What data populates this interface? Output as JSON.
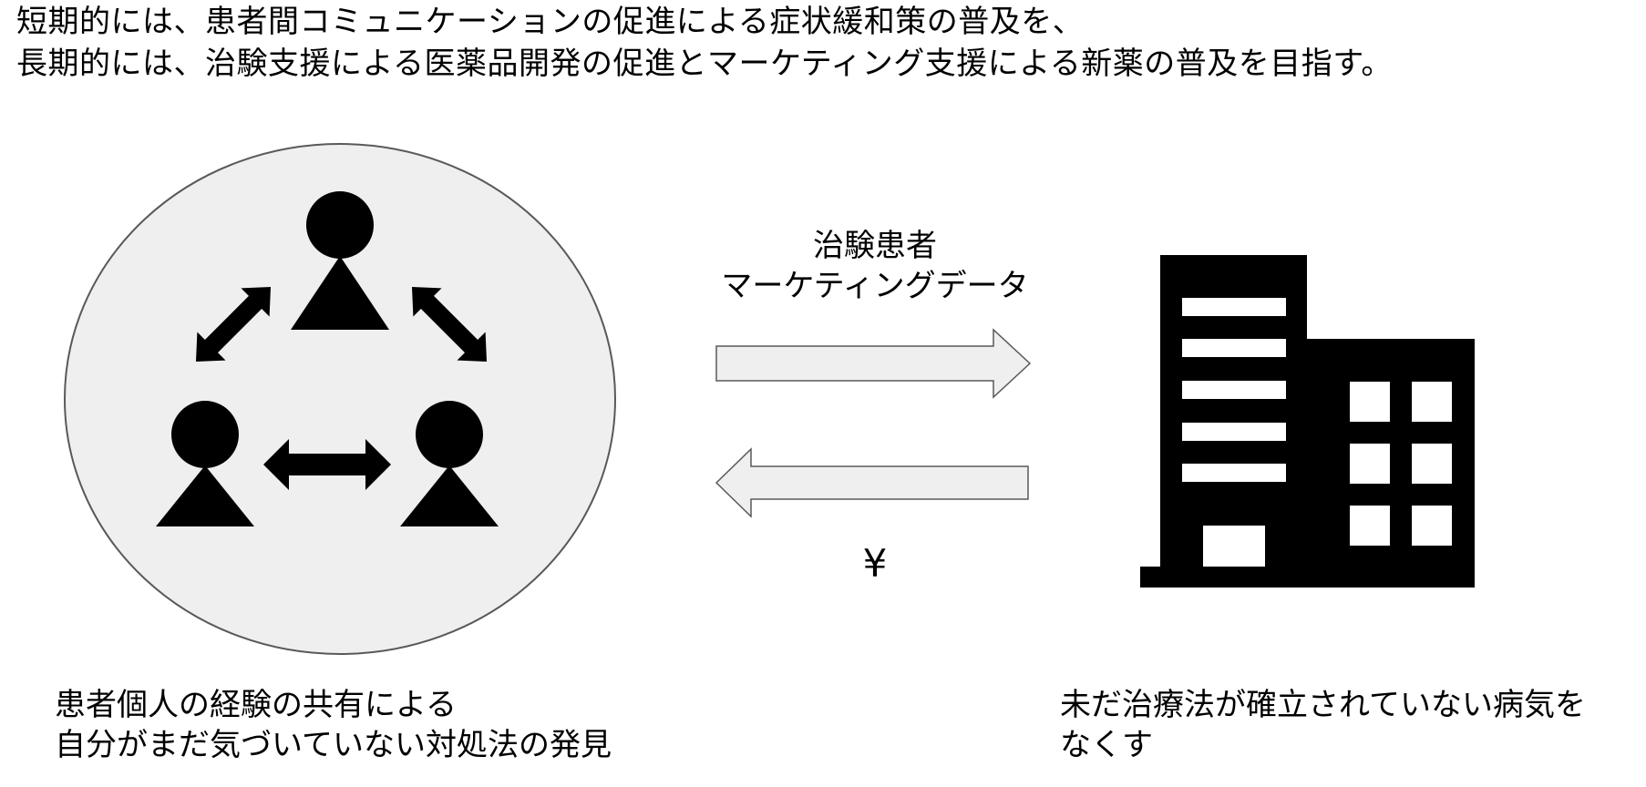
{
  "headline": {
    "line1": "短期的には、患者間コミュニケーションの促進による症状緩和策の普及を、",
    "line2": "長期的には、治験支援による医薬品開発の促進とマーケティング支援による新薬の普及を目指す。"
  },
  "flow_labels": {
    "to_company_line1": "治験患者",
    "to_company_line2": "マーケティングデータ",
    "to_patients": "¥"
  },
  "captions": {
    "left_line1": "患者個人の経験の共有による",
    "left_line2": "自分がまだ気づいていない対処法の発見",
    "right_line1": "未だ治療法が確立されていない病気を",
    "right_line2": "なくす"
  },
  "colors": {
    "circle_fill": "#efefef",
    "arrow_fill": "#efefef",
    "outline": "#595959",
    "icon_fill": "#000000"
  }
}
